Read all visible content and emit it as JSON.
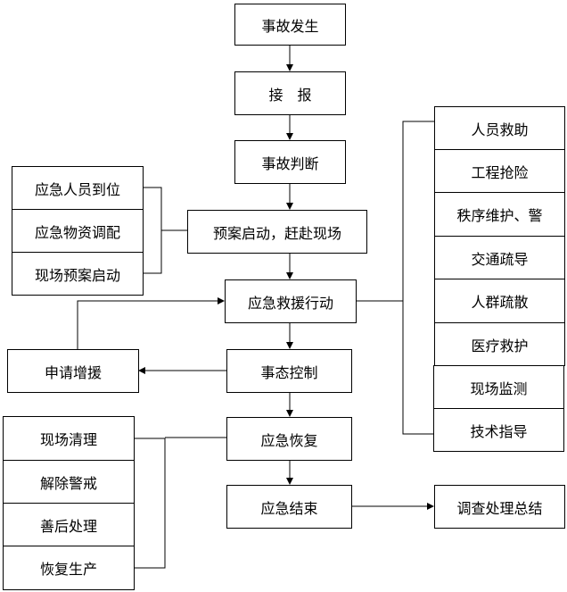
{
  "main_flow": {
    "occurrence": "事故发生",
    "report": "接　报",
    "judgement": "事故判断",
    "plan_start": "预案启动，赶赴现场",
    "rescue_action": "应急救援行动",
    "situation_control": "事态控制",
    "recovery": "应急恢复",
    "end": "应急结束"
  },
  "request_reinforcement": "申请增援",
  "investigation_summary": "调查处理总结",
  "plan_start_items": [
    "应急人员到位",
    "应急物资调配",
    "现场预案启动"
  ],
  "rescue_items": [
    "人员救助",
    "工程抢险",
    "秩序维护、警",
    "交通疏导",
    "人群疏散",
    "医疗救护",
    "现场监测",
    "技术指导"
  ],
  "recovery_items": [
    "现场清理",
    "解除警戒",
    "善后处理",
    "恢复生产"
  ]
}
